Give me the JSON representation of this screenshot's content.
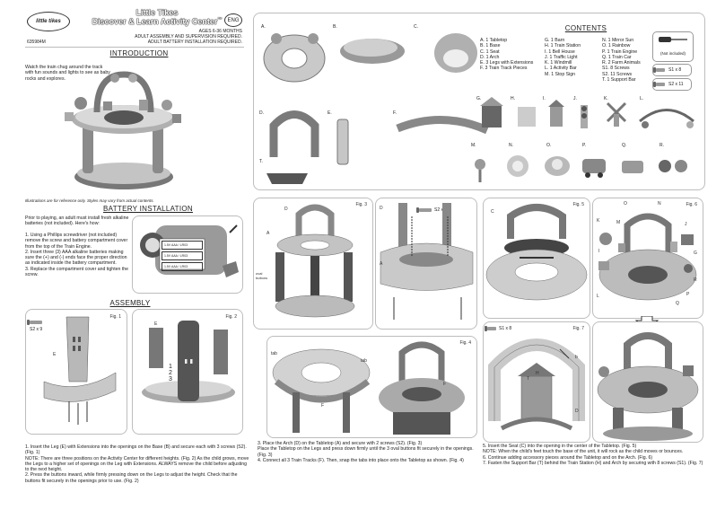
{
  "header": {
    "logo_text": "little tikes",
    "brand": "Little Tikes",
    "title": "Discover & Learn Activity Center",
    "tm": "™",
    "lang_badge": "ENG",
    "age": "AGES 6-36 MONTHS",
    "adult_assembly": "ADULT ASSEMBLY AND SUPERVISION REQUIRED.",
    "battery_req": "ADULT BATTERY INSTALLATION REQUIRED.",
    "code": "635984M"
  },
  "intro": {
    "heading": "INTRODUCTION",
    "text": "Watch the train chug around the track with fun sounds and lights to see as baby rocks and explores.",
    "footnote": "Illustrations are for reference only. Styles may vary from actual contents."
  },
  "battery": {
    "heading": "BATTERY INSTALLATION",
    "intro": "Prior to playing, an adult must install fresh alkaline batteries (not included). Here's how:",
    "steps": [
      "1. Using a Phillips screwdriver (not included) remove the screw and battery compartment cover from the top of the Train Engine.",
      "2. Insert three (3) AAA alkaline batteries making sure the (+) and (-) ends face the proper direction as indicated inside the battery compartment.",
      "3. Replace the compartment cover and tighten the screw."
    ],
    "cell_labels": [
      "1.5V AAA / LR03",
      "1.5V AAA / LR03",
      "1.5V AAA / LR03"
    ]
  },
  "assembly": {
    "heading": "ASSEMBLY",
    "fig1": "Fig. 1",
    "fig2": "Fig. 2",
    "fig3": "Fig. 3",
    "fig4": "Fig. 4",
    "fig5": "Fig. 5",
    "fig6": "Fig. 6",
    "fig7": "Fig. 7",
    "s2x9": "S2 x 9",
    "s2x2": "S2 x 2",
    "s1x8": "S1 x 8",
    "positions": [
      "1",
      "2",
      "3"
    ],
    "label_tab": "tab",
    "label_oval": "oval buttons",
    "step_col1": [
      "1. Insert the Leg (E) with Extensions into the openings on the Base (B) and secure each with 3 screws (S2). (Fig. 1)",
      "NOTE: There are three positions on the Activity Center for different heights. (Fig. 2) As the child grows, move the Legs to a higher set of openings on the Leg with Extensions. ALWAYS remove the child before adjusting to the next height.",
      "2. Press the buttons inward, while firmly pressing down on the Legs to adjust the height. Check that the buttons fit securely in the openings prior to use. (Fig. 2)"
    ],
    "step_col2": [
      "3. Place the Arch (D) on the Tabletop (A) and secure with 2 screws (S2). (Fig. 3)",
      "Place the Tabletop on the Legs and press down firmly until the 3 oval buttons fit securely in the openings. (Fig. 3)",
      "4. Connect all 3 Train Tracks (F). Then, snap the tabs into place onto the Tabletop as shown. (Fig. 4)"
    ],
    "step_col3": [
      "5. Insert the Seat (C) into the opening in the center of the Tabletop. (Fig. 5)",
      "NOTE: When the child's feet touch the base of the unit, it will rock as the child moves or bounces.",
      "6. Continue adding accessory pieces around the Tabletop and on the Arch. (Fig. 6)",
      "7. Fasten the Support Bar (T) behind the Train Station (H) and Arch by securing with 8 screws (S1). (Fig. 7)"
    ]
  },
  "contents": {
    "heading": "CONTENTS",
    "col1": [
      "A. 1 Tabletop",
      "B. 1 Base",
      "C. 1 Seat",
      "D. 1 Arch",
      "E. 3 Legs with Extensions",
      "F. 3 Train Track Pieces"
    ],
    "col2": [
      "G. 1 Barn",
      "H. 1 Train Station",
      "I. 1 Bell House",
      "J. 1 Traffic Light",
      "K. 1 Windmill",
      "L. 1 Activity Bar",
      "M. 1 Stop Sign"
    ],
    "col3": [
      "N. 1 Mirror Sun",
      "O. 1 Rainbow",
      "P. 1 Train Engine",
      "Q. 1 Train Car",
      "R. 2 Farm Animals",
      "S1. 8 Screws",
      "S2. 11 Screws",
      "T. 1 Support Bar"
    ],
    "not_included": "(Not included)",
    "s1x8": "S1 x 8",
    "s2x11": "S2 x 11",
    "part_letters": [
      "A.",
      "B.",
      "C.",
      "D.",
      "E.",
      "F.",
      "T.",
      "G.",
      "H.",
      "I.",
      "J.",
      "K.",
      "L.",
      "M.",
      "N.",
      "O.",
      "P.",
      "Q.",
      "R."
    ]
  },
  "letters": {
    "A": "A",
    "B": "B",
    "C": "C",
    "D": "D",
    "E": "E",
    "F": "F",
    "H": "H",
    "T": "T",
    "G": "G",
    "I": "I",
    "J": "J",
    "K": "K",
    "L": "L",
    "M": "M",
    "N": "N",
    "O": "O",
    "P": "P",
    "Q": "Q",
    "R": "R",
    "b": "b"
  }
}
